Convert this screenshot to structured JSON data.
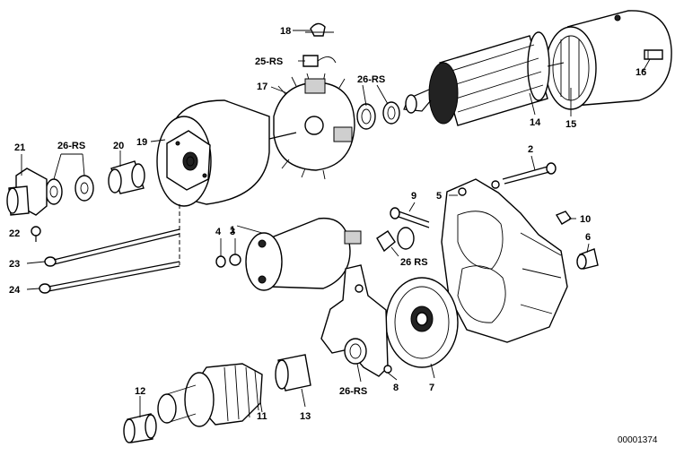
{
  "labels": {
    "l1": "1",
    "l2": "2",
    "l3": "3",
    "l4": "4",
    "l5": "5",
    "l6": "6",
    "l7": "7",
    "l8": "8",
    "l9": "9",
    "l10": "10",
    "l11": "11",
    "l12": "12",
    "l13": "13",
    "l14": "14",
    "l15": "15",
    "l16": "16",
    "l17": "17",
    "l18": "18",
    "l19": "19",
    "l20": "20",
    "l21": "21",
    "l22": "22",
    "l23": "23",
    "l24": "24",
    "l25rs": "25-RS",
    "l26rs_top": "26-RS",
    "l26rs_left": "26-RS",
    "l26rs_mid": "26 RS",
    "l26rs_bottom": "26-RS"
  },
  "document_number": "00001374"
}
